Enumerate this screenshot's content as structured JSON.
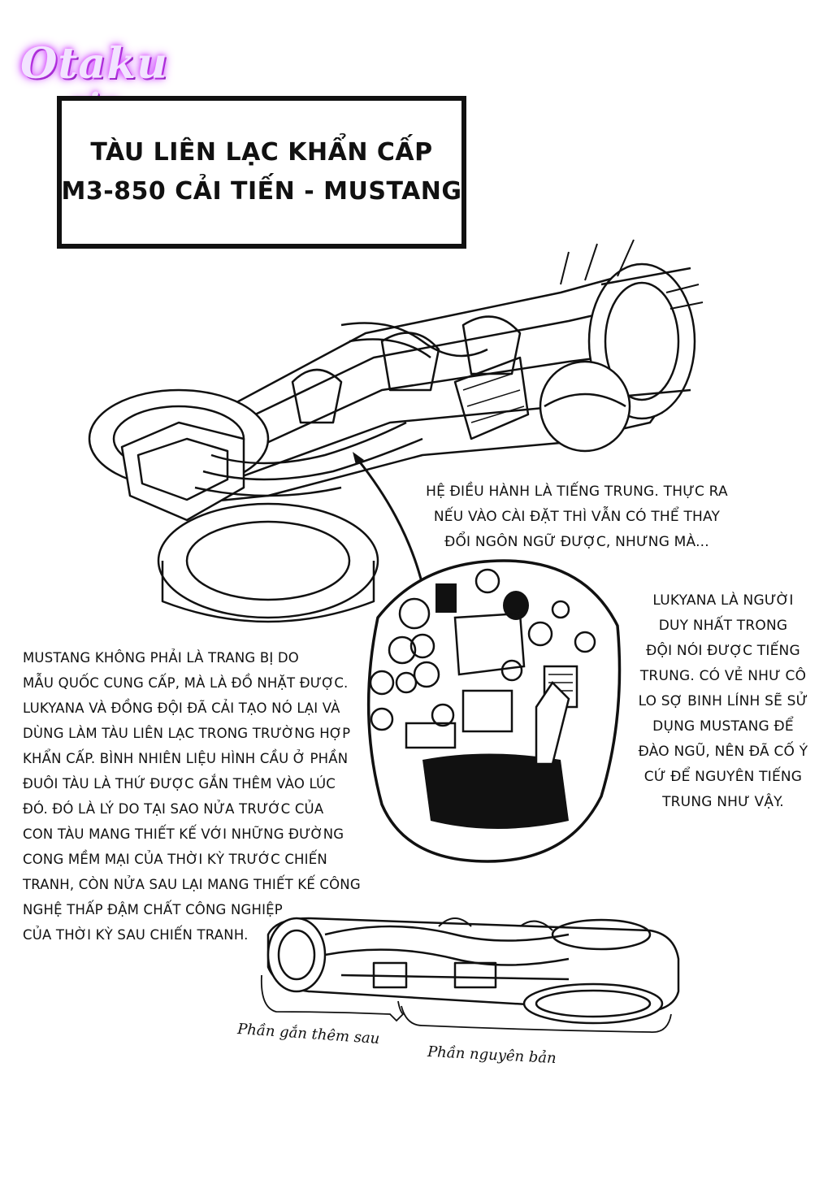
{
  "logo": {
    "line1": "Otaku",
    "line2": "sic",
    "glow_color": "#e04cff"
  },
  "title": {
    "line1": "TÀU LIÊN LẠC KHẨN CẤP",
    "line2": "M3-850 CẢI TIẾN - MUSTANG"
  },
  "captions": {
    "operating_system": "HỆ ĐIỀU HÀNH LÀ TIẾNG TRUNG. THỰC RA\nNẾU VÀO CÀI ĐẶT THÌ VẪN CÓ THỂ THAY\nĐỔI NGÔN NGỮ ĐƯỢC, NHƯNG MÀ...",
    "lukyana": "LUKYANA LÀ NGƯỜI\nDUY NHẤT TRONG\nĐỘI NÓI ĐƯỢC TIẾNG\nTRUNG. CÓ VẺ NHƯ CÔ\nLO SỢ BINH LÍNH SẼ SỬ\nDỤNG MUSTANG ĐỂ\nĐÀO NGŨ, NÊN ĐÃ CỐ Ý\nCỨ ĐỂ NGUYÊN TIẾNG\nTRUNG NHƯ VẬY.",
    "mustang": "MUSTANG KHÔNG PHẢI LÀ TRANG BỊ DO\nMẪU QUỐC CUNG CẤP, MÀ LÀ ĐỒ NHẶT ĐƯỢC.\nLUKYANA VÀ ĐỒNG ĐỘI ĐÃ CẢI TẠO NÓ LẠI VÀ\nDÙNG LÀM TÀU LIÊN LẠC TRONG TRƯỜNG HỢP\nKHẨN CẤP. BÌNH NHIÊN LIỆU HÌNH CẦU Ở PHẦN\nĐUÔI TÀU LÀ THỨ ĐƯỢC GẮN THÊM VÀO LÚC\nĐÓ. ĐÓ LÀ LÝ DO TẠI SAO NỬA TRƯỚC CỦA\nCON TÀU MANG THIẾT KẾ VỚI NHỮNG ĐƯỜNG\nCONG MỀM MẠI CỦA THỜI KỲ TRƯỚC CHIẾN\nTRANH, CÒN NỬA SAU LẠI MANG THIẾT KẾ CÔNG\nNGHỆ THẤP ĐẬM CHẤT CÔNG NGHIỆP\nCỦA THỜI KỲ SAU CHIẾN TRANH."
  },
  "annotations": {
    "added_part": "Phần gắn thêm sau",
    "original_part": "Phần nguyên bản"
  },
  "colors": {
    "ink": "#111111",
    "paper": "#ffffff"
  }
}
